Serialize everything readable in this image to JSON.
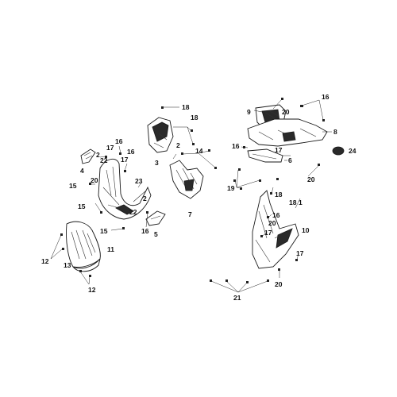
{
  "callouts": {
    "c1": "1",
    "c2a": "2",
    "c2b": "2",
    "c3": "3",
    "c4": "4",
    "c5": "5",
    "c6": "6",
    "c7": "7",
    "c8": "8",
    "c9": "9",
    "c10": "10",
    "c11": "11",
    "c12a": "12",
    "c12b": "12",
    "c13": "13",
    "c14": "14",
    "c15a": "15",
    "c15b": "15",
    "c15c": "15",
    "c16a": "16",
    "c16b": "16",
    "c16c": "16",
    "c16d": "16",
    "c16e": "16",
    "c17a": "17",
    "c17b": "17",
    "c17c": "17",
    "c17d": "17",
    "c17e": "17",
    "c18a": "18",
    "c18b": "18",
    "c18c": "18",
    "c19": "19",
    "c20a": "20",
    "c20b": "20",
    "c20c": "20",
    "c20d": "20",
    "c20e": "20",
    "c21": "21",
    "c22a": "22",
    "c22b": "22",
    "c23": "23",
    "c24": "24"
  }
}
